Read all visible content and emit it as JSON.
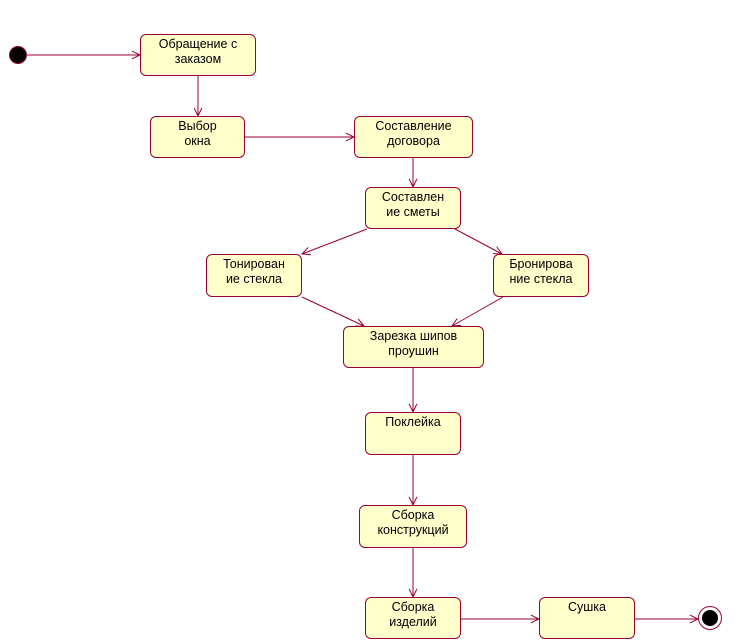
{
  "diagram": {
    "colors": {
      "node_fill": "#ffffcc",
      "node_border": "#990033",
      "edge": "#990033",
      "marker": "#000000"
    },
    "nodes": {
      "obrashchenie": "Обращение с\nзаказом",
      "vybor": "Выбор\nокна",
      "dogovor": "Составление\nдоговора",
      "smeta": "Составлен\nие сметы",
      "tonirovanie": "Тонирован\nие стекла",
      "bronirovanie": "Бронирова\nние стекла",
      "zarezka": "Зарезка шипов\nпроушин",
      "pokleika": "Поклейка",
      "sborka_konstr": "Сборка\nконструкций",
      "sborka_izdel": "Сборка\nизделий",
      "sushka": "Сушка"
    },
    "edges": [
      {
        "from": "start",
        "to": "obrashchenie"
      },
      {
        "from": "obrashchenie",
        "to": "vybor"
      },
      {
        "from": "vybor",
        "to": "dogovor"
      },
      {
        "from": "dogovor",
        "to": "smeta"
      },
      {
        "from": "smeta",
        "to": "tonirovanie"
      },
      {
        "from": "smeta",
        "to": "bronirovanie"
      },
      {
        "from": "tonirovanie",
        "to": "zarezka"
      },
      {
        "from": "bronirovanie",
        "to": "zarezka"
      },
      {
        "from": "zarezka",
        "to": "pokleika"
      },
      {
        "from": "pokleika",
        "to": "sborka_konstr"
      },
      {
        "from": "sborka_konstr",
        "to": "sborka_izdel"
      },
      {
        "from": "sborka_izdel",
        "to": "sushka"
      },
      {
        "from": "sushka",
        "to": "end"
      }
    ]
  }
}
